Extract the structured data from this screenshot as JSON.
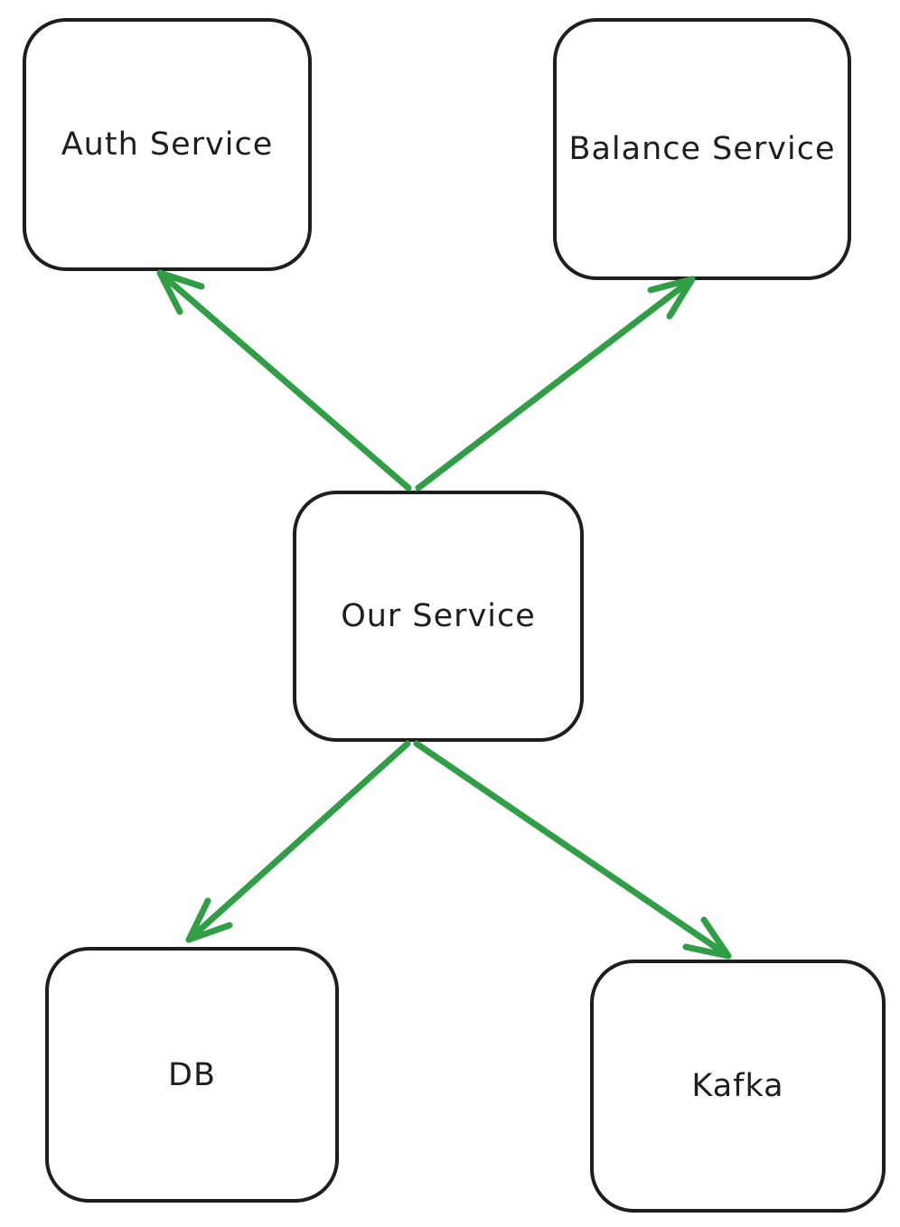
{
  "diagram": {
    "type": "architecture-diagram",
    "style": "hand-drawn (excalidraw-like)",
    "nodes": [
      {
        "id": "auth-service",
        "label": "Auth Service",
        "position": "top-left"
      },
      {
        "id": "balance-service",
        "label": "Balance Service",
        "position": "top-right"
      },
      {
        "id": "our-service",
        "label": "Our Service",
        "position": "center"
      },
      {
        "id": "db",
        "label": "DB",
        "position": "bottom-left"
      },
      {
        "id": "kafka",
        "label": "Kafka",
        "position": "bottom-right"
      }
    ],
    "edges": [
      {
        "from": "our-service",
        "to": "auth-service",
        "arrowhead": "at-target",
        "direction": "up-left"
      },
      {
        "from": "our-service",
        "to": "balance-service",
        "arrowhead": "at-target",
        "direction": "up-right"
      },
      {
        "from": "our-service",
        "to": "db",
        "arrowhead": "at-target",
        "direction": "down-left"
      },
      {
        "from": "our-service",
        "to": "kafka",
        "arrowhead": "at-target",
        "direction": "down-right"
      }
    ],
    "colors": {
      "node_stroke": "#1e1e1e",
      "arrow": "#2f9e44",
      "background": "#ffffff",
      "text": "#1e1e1e"
    }
  }
}
